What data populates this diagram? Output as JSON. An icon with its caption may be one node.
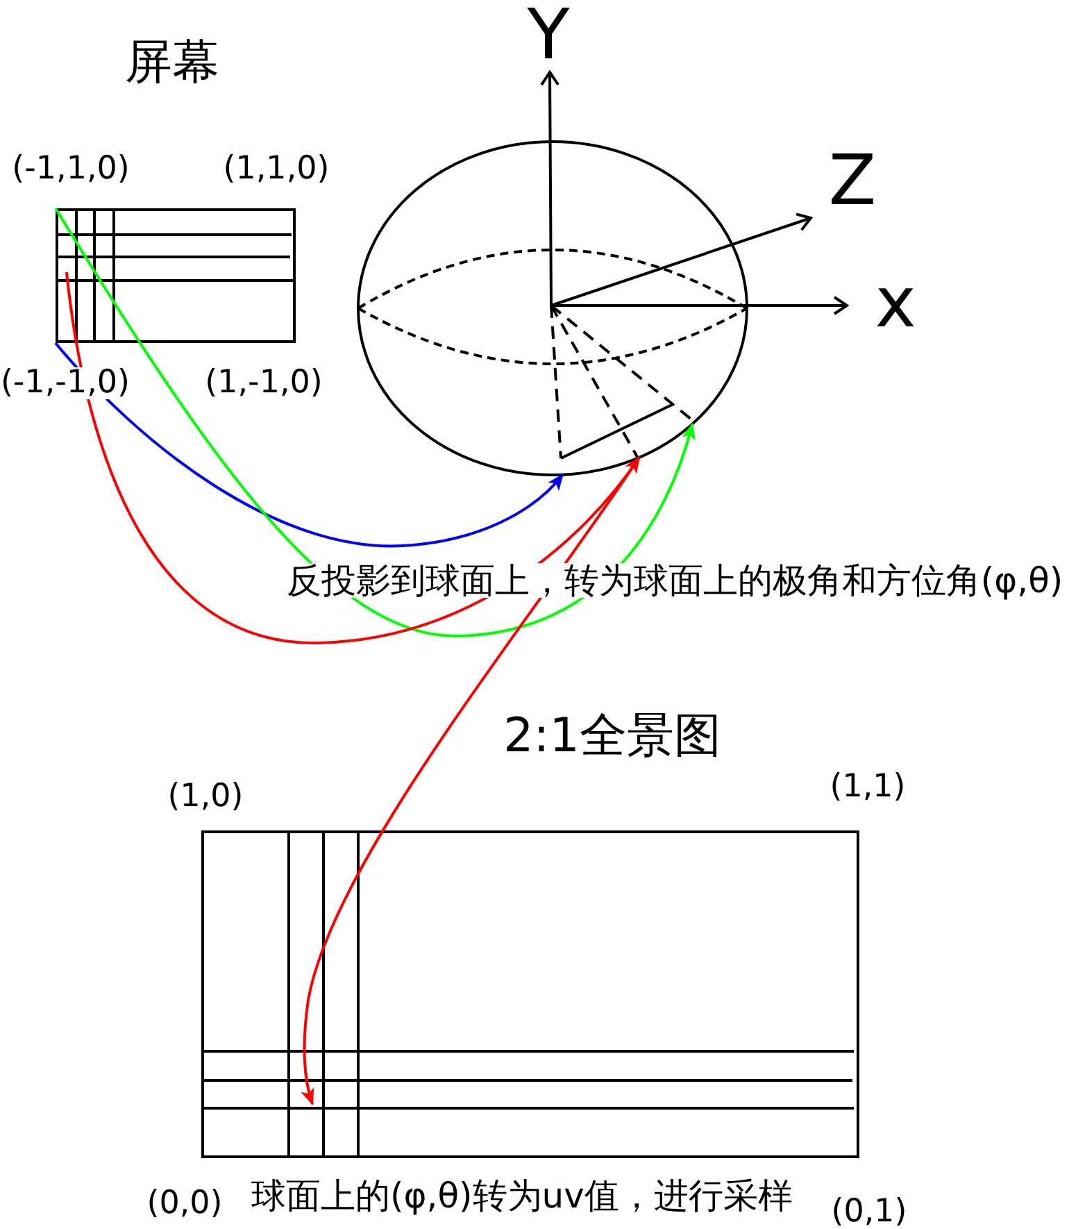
{
  "diagram": {
    "nodes": [
      {
        "text": [
          "屏幕",
          "(-1,1,0)",
          "(1,1,0)",
          "(-1,-1,0)",
          "(1,-1,0)"
        ]
      },
      {
        "text": [],
        "shape": "circle"
      },
      {
        "text": [
          "2:1全景图",
          "(1,0)",
          "(1,1)",
          "(0,0)",
          "(0,1)"
        ]
      }
    ],
    "edges": [
      {
        "from": 0,
        "to": 1,
        "arrow": "to",
        "color": "#0000ff"
      },
      {
        "from": 0,
        "to": 1,
        "arrow": "to",
        "color": "#00ff00"
      },
      {
        "from": 0,
        "to": 1,
        "arrow": "to",
        "color": "#ff0000"
      },
      {
        "from": 1,
        "to": 2,
        "arrow": "to",
        "color": "#ff0000"
      }
    ],
    "labels": [
      "Y",
      "Z",
      "x",
      "反投影到球面上，转为球面上的极角和方位角(φ,θ)",
      "球面上的(φ,θ)转为uv值，进行采样"
    ]
  }
}
